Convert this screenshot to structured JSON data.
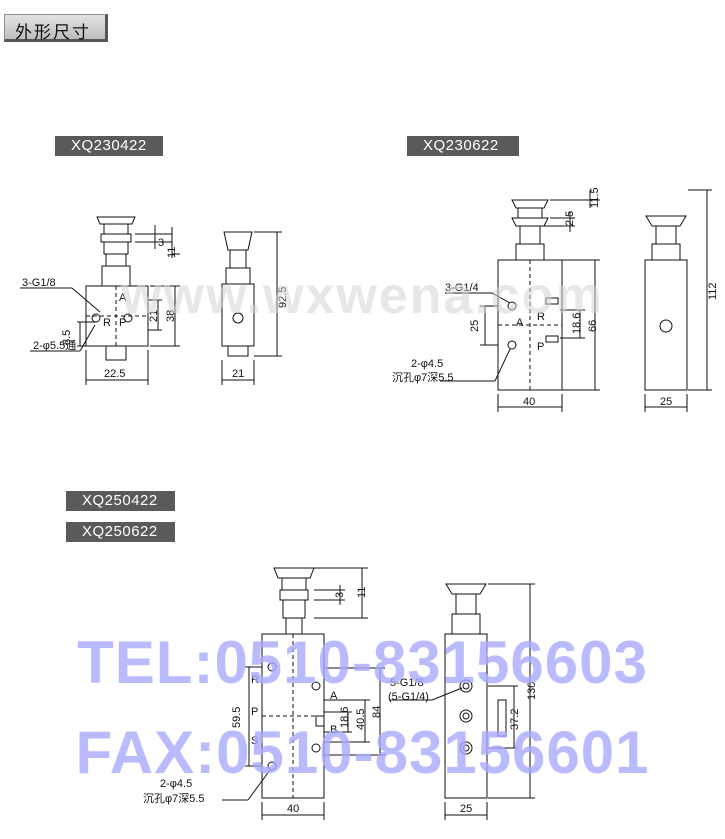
{
  "header": {
    "title": "外形尺寸"
  },
  "models": {
    "m1": "XQ230422",
    "m2": "XQ230622",
    "m3": "XQ250422",
    "m4": "XQ250622"
  },
  "d1": {
    "port_thread": "3-G1/8",
    "mount": "2-φ5.5通",
    "dim_3": "3",
    "dim_11": "11",
    "dim_21": "21",
    "dim_38": "38",
    "dim_85": "8.5",
    "dim_225": "22.5",
    "port_a": "A",
    "port_r": "R",
    "port_p": "P"
  },
  "d1s": {
    "dim_925": "92.5",
    "dim_21": "21"
  },
  "d2": {
    "dim_115": "11.5",
    "dim_25top": "2.5",
    "port_thread": "3-G1/4",
    "dim_25": "25",
    "dim_186": "18.6",
    "dim_66": "66",
    "mount_a": "2-φ4.5",
    "mount_b": "沉孔φ7深5.5",
    "dim_40": "40",
    "port_a": "A",
    "port_r": "R",
    "port_p": "P"
  },
  "d2s": {
    "dim_112": "112",
    "dim_25": "25"
  },
  "d3": {
    "dim_3": "3",
    "dim_11": "11",
    "dim_595": "59.5",
    "dim_186": "18.6",
    "dim_405": "40.5",
    "dim_84": "84",
    "mount_a": "2-φ4.5",
    "mount_b": "沉孔φ7深5.5",
    "dim_40": "40",
    "port_a": "A",
    "port_b": "B",
    "port_r": "R",
    "port_p": "P",
    "port_s": "S"
  },
  "d3s": {
    "thread_a": "5-G1/8",
    "thread_b": "(5-G1/4)",
    "dim_130": "130",
    "dim_372": "37.2",
    "dim_25": "25"
  },
  "watermark": {
    "site": "www.wxwena.com",
    "tel": "TEL:0510-83156603",
    "fax": "FAX:0510-83156601"
  }
}
